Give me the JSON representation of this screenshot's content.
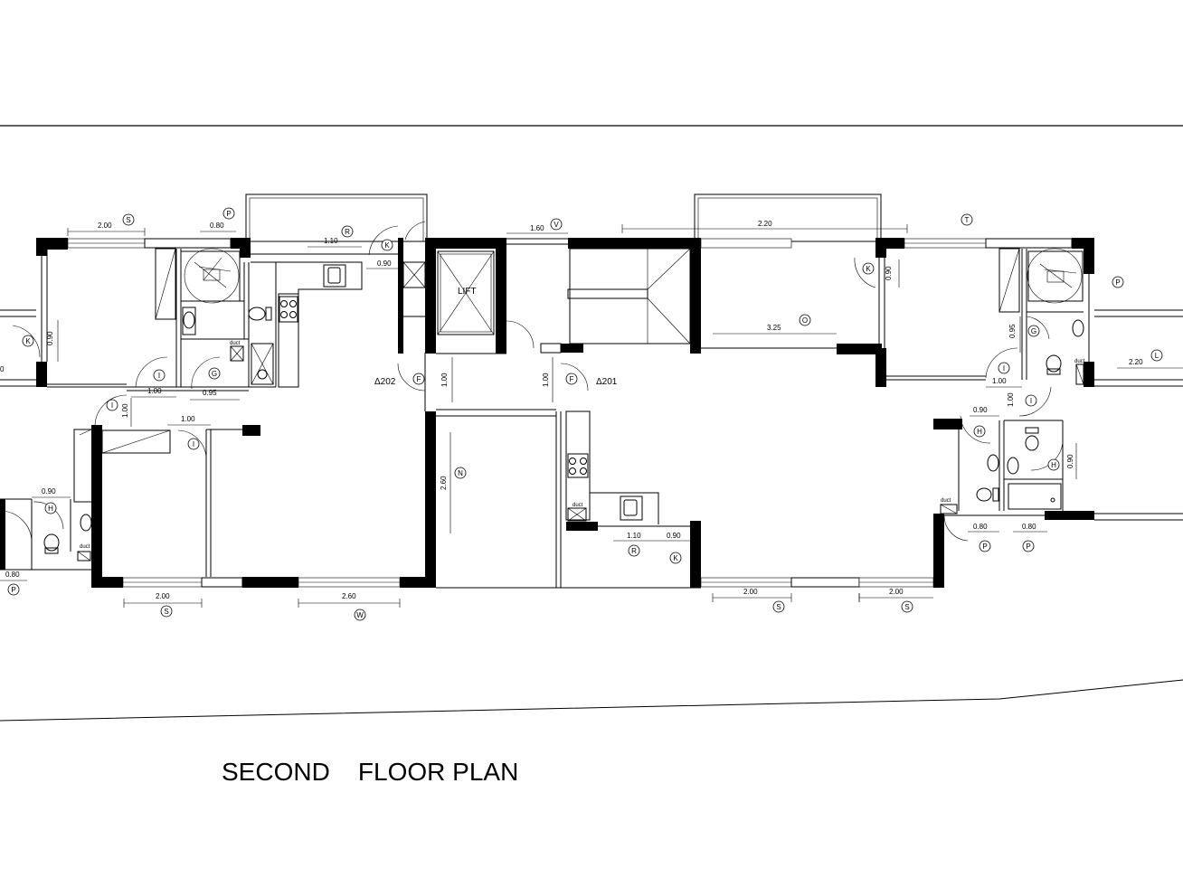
{
  "title": "SECOND    FLOOR PLAN",
  "units": {
    "a202": "Δ202",
    "a201": "Δ201"
  },
  "lift_label": "LIFT",
  "duct_label": "duct",
  "tags": {
    "S": "S",
    "P": "P",
    "R": "R",
    "K": "K",
    "V": "V",
    "T": "T",
    "O": "O",
    "I": "I",
    "G": "G",
    "F": "F",
    "H": "H",
    "N": "N",
    "W": "W",
    "L": "L"
  },
  "dims": {
    "d200": "2.00",
    "d080": "0.80",
    "d110": "1.10",
    "d090": "0.90",
    "d160": "1.60",
    "d220": "2.20",
    "d325": "3.25",
    "d100": "1.00",
    "d095": "0.95",
    "d260": "2.60",
    "d0": "0"
  },
  "colors": {
    "ink": "#000000",
    "paper": "#ffffff"
  }
}
